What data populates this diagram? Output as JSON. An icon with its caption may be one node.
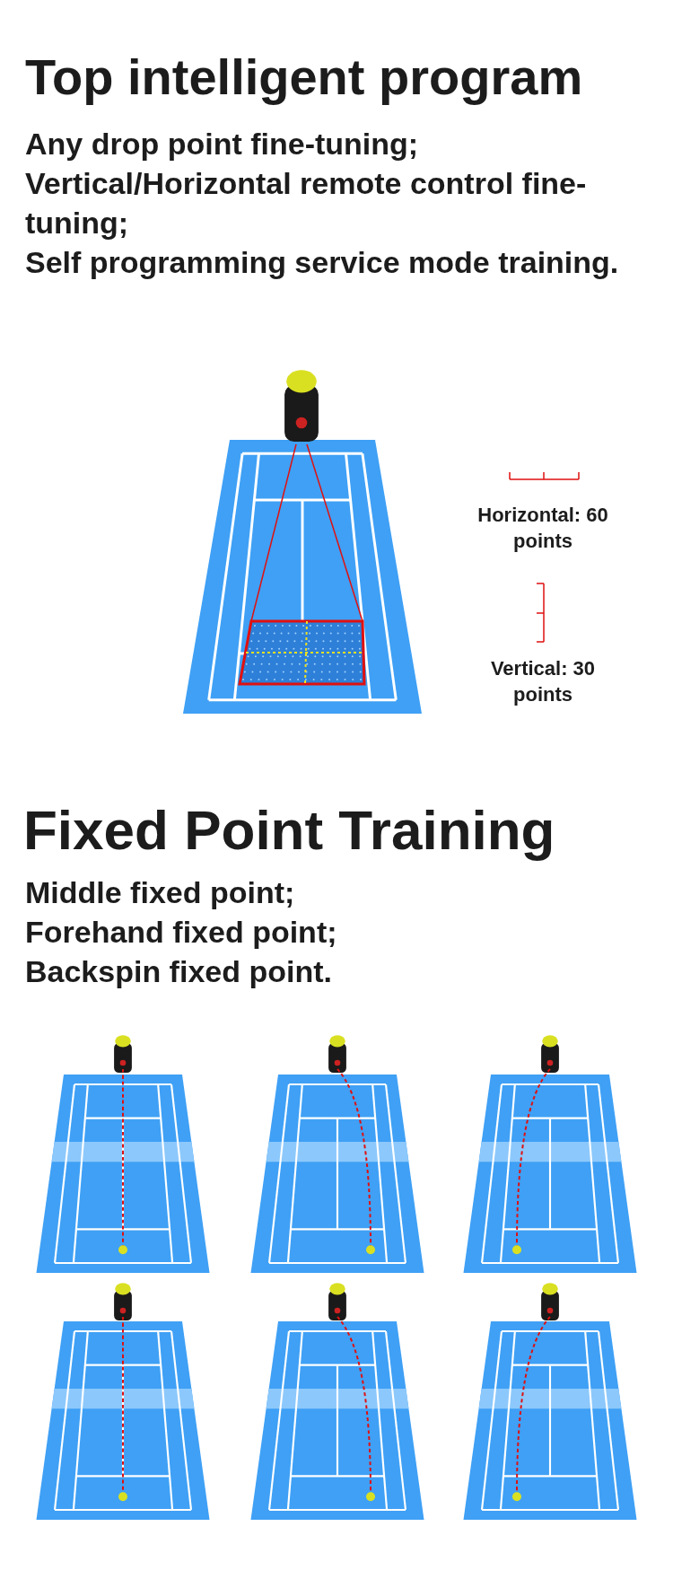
{
  "diagram": {
    "title": "Top intelligent program",
    "labels": [
      "Any drop point fine-tuning;",
      "Vertical/Horizontal remote control fine-tuning;",
      "Self programming service mode training.",
      "Horizontal: 60 points",
      "Vertical: 30 points",
      "Fixed Point Training",
      "Middle fixed point;",
      "Forehand fixed point;",
      "Backspin fixed point."
    ]
  }
}
